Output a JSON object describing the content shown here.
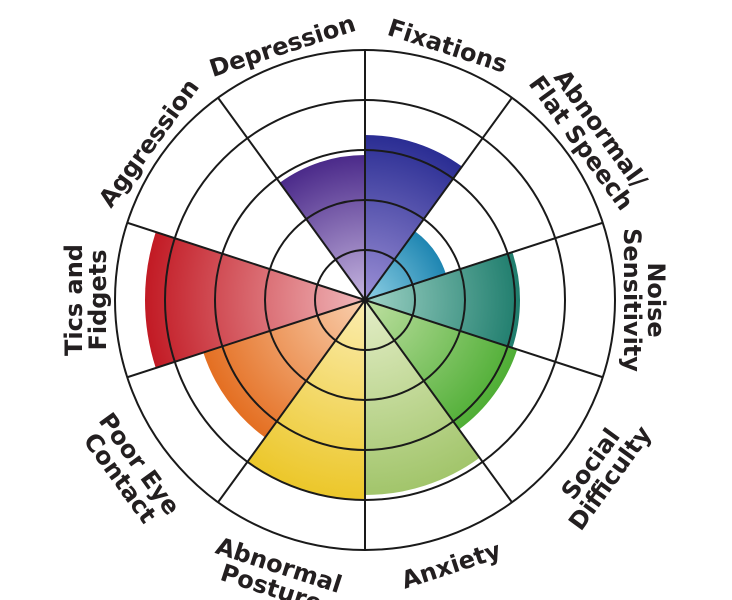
{
  "chart_data": {
    "type": "polar-area",
    "start_angle_deg": 0,
    "direction": "clockwise",
    "rlim": [
      0,
      5
    ],
    "rings": [
      1,
      2,
      3,
      4,
      5
    ],
    "grid": true,
    "categories": [
      {
        "label": [
          "Fixations"
        ],
        "value": 3.3,
        "colors": [
          "#9c90d6",
          "#2a2d93"
        ]
      },
      {
        "label": [
          "Abnormal/",
          "Flat Speech"
        ],
        "value": 1.7,
        "colors": [
          "#8fd0e4",
          "#1f86b2"
        ]
      },
      {
        "label": [
          "Noise",
          "Sensitivity"
        ],
        "value": 3.1,
        "colors": [
          "#9fd3c6",
          "#1f7d6d"
        ]
      },
      {
        "label": [
          "Social",
          "Difficulty"
        ],
        "value": 3.2,
        "colors": [
          "#bfe0a2",
          "#4fae35"
        ]
      },
      {
        "label": [
          "Anxiety"
        ],
        "value": 3.9,
        "colors": [
          "#e4eec8",
          "#a2c56b"
        ]
      },
      {
        "label": [
          "Abnormal",
          "Posture"
        ],
        "value": 4.0,
        "colors": [
          "#fbedb0",
          "#ecc72a"
        ]
      },
      {
        "label": [
          "Poor Eye",
          "Contact"
        ],
        "value": 3.4,
        "colors": [
          "#f9cfae",
          "#e46f22"
        ]
      },
      {
        "label": [
          "Tics and",
          "Fidgets"
        ],
        "value": 4.4,
        "colors": [
          "#f0b8bb",
          "#c21a24"
        ]
      },
      {
        "label": [
          "Aggression"
        ],
        "value": 0.0,
        "colors": [
          "#d9cde8",
          "#5a3b92"
        ]
      },
      {
        "label": [
          "Depression"
        ],
        "value": 2.9,
        "colors": [
          "#c6b6e0",
          "#4b2a8a"
        ]
      }
    ]
  }
}
